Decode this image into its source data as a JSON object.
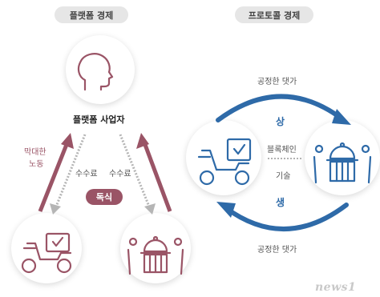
{
  "left_panel": {
    "title": "플랫폼 경제",
    "operator_label": "플랫폼 사업자",
    "labor_label_line1": "막대한",
    "labor_label_line2": "노동",
    "fee_left": "수수료",
    "fee_right": "수수료",
    "monopoly_label": "독식"
  },
  "right_panel": {
    "title": "프로토콜 경제",
    "top_compensation": "공정한 댓가",
    "bottom_compensation": "공정한 댓가",
    "win_top": "상",
    "win_bottom": "생",
    "center_line1": "블록체인",
    "center_line2": "기술"
  },
  "watermark": "news1",
  "colors": {
    "maroon": "#9a5466",
    "blue": "#2e6aa8",
    "gray_arrow": "#b5b5b5",
    "pill_bg": "#e6e6e6"
  },
  "icons": [
    "person-head-icon",
    "delivery-scooter-icon",
    "restaurant-table-icon"
  ]
}
